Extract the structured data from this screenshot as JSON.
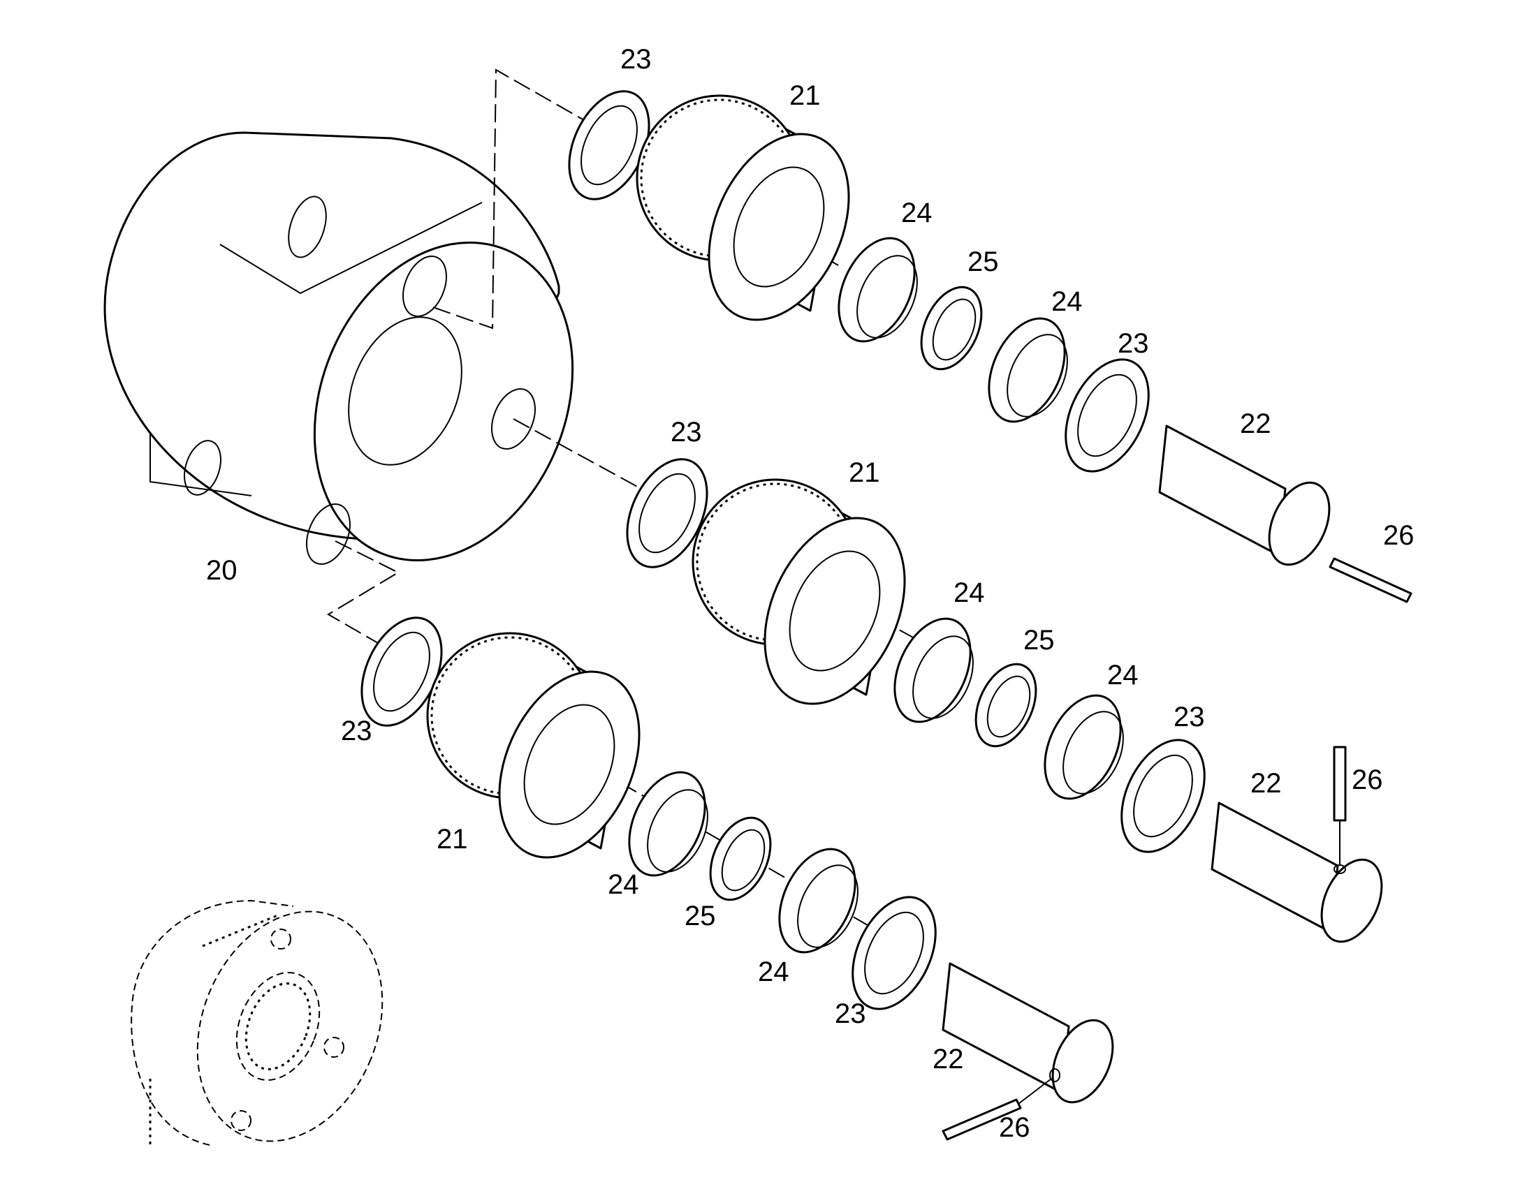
{
  "figure": {
    "callouts": [
      {
        "id": "c20",
        "text": "20"
      },
      {
        "id": "c21a",
        "text": "21"
      },
      {
        "id": "c21b",
        "text": "21"
      },
      {
        "id": "c21c",
        "text": "21"
      },
      {
        "id": "c22a",
        "text": "22"
      },
      {
        "id": "c22b",
        "text": "22"
      },
      {
        "id": "c22c",
        "text": "22"
      },
      {
        "id": "c23a",
        "text": "23"
      },
      {
        "id": "c23b",
        "text": "23"
      },
      {
        "id": "c23c",
        "text": "23"
      },
      {
        "id": "c23d",
        "text": "23"
      },
      {
        "id": "c23e",
        "text": "23"
      },
      {
        "id": "c23f",
        "text": "23"
      },
      {
        "id": "c24a",
        "text": "24"
      },
      {
        "id": "c24b",
        "text": "24"
      },
      {
        "id": "c24c",
        "text": "24"
      },
      {
        "id": "c24d",
        "text": "24"
      },
      {
        "id": "c24e",
        "text": "24"
      },
      {
        "id": "c24f",
        "text": "24"
      },
      {
        "id": "c25a",
        "text": "25"
      },
      {
        "id": "c25b",
        "text": "25"
      },
      {
        "id": "c25c",
        "text": "25"
      },
      {
        "id": "c26a",
        "text": "26"
      },
      {
        "id": "c26b",
        "text": "26"
      },
      {
        "id": "c26c",
        "text": "26"
      }
    ]
  }
}
